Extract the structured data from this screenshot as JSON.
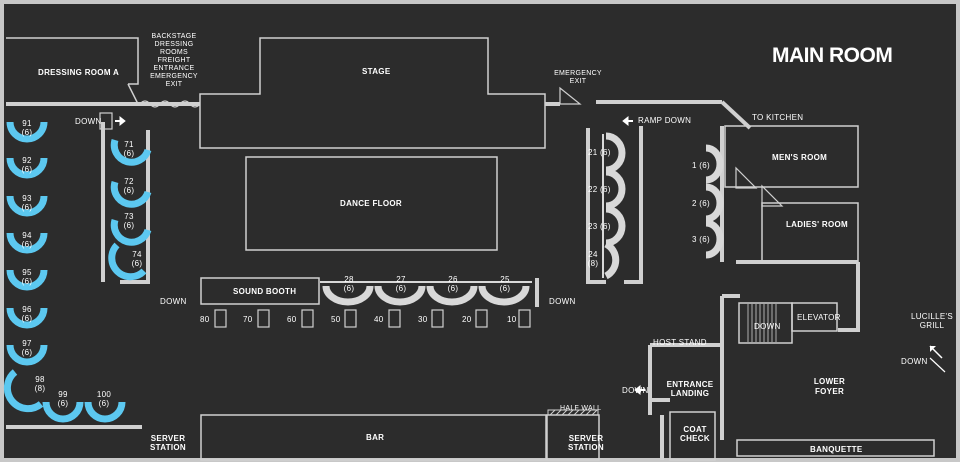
{
  "title": "MAIN ROOM",
  "rooms": {
    "dressing_room": "DRESSING ROOM A",
    "stage": "STAGE",
    "dance_floor": "DANCE FLOOR",
    "sound_booth": "SOUND BOOTH",
    "mens_room": "MEN'S ROOM",
    "ladies_room": "LADIES' ROOM",
    "elevator": "ELEVATOR",
    "lower_foyer": "LOWER FOYER",
    "entrance_landing": "ENTRANCE LANDING",
    "coat_check": "COAT CHECK",
    "banquette": "BANQUETTE",
    "bar": "BAR",
    "server_station": "SERVER STATION"
  },
  "labels": {
    "backstage": "BACKSTAGE DRESSING ROOMS FREIGHT ENTRANCE EMERGENCY EXIT",
    "emergency_exit": "EMERGENCY EXIT",
    "ramp_down": "RAMP DOWN",
    "to_kitchen": "TO KITCHEN",
    "down": "DOWN",
    "host_stand": "HOST STAND",
    "half_wall": "HALF WALL",
    "lucilles_grill": "LUCILLE'S GRILL"
  },
  "booths_blue": [
    {
      "num": "91",
      "seats": "(6)"
    },
    {
      "num": "92",
      "seats": "(6)"
    },
    {
      "num": "93",
      "seats": "(6)"
    },
    {
      "num": "94",
      "seats": "(6)"
    },
    {
      "num": "95",
      "seats": "(6)"
    },
    {
      "num": "96",
      "seats": "(6)"
    },
    {
      "num": "97",
      "seats": "(6)"
    },
    {
      "num": "98",
      "seats": "(8)"
    },
    {
      "num": "99",
      "seats": "(6)"
    },
    {
      "num": "100",
      "seats": "(6)"
    },
    {
      "num": "71",
      "seats": "(6)"
    },
    {
      "num": "72",
      "seats": "(6)"
    },
    {
      "num": "73",
      "seats": "(6)"
    },
    {
      "num": "74",
      "seats": "(6)"
    }
  ],
  "booths_front": [
    {
      "num": "28",
      "seats": "(6)"
    },
    {
      "num": "27",
      "seats": "(6)"
    },
    {
      "num": "26",
      "seats": "(6)"
    },
    {
      "num": "25",
      "seats": "(6)"
    }
  ],
  "booths_right": [
    {
      "num": "21",
      "seats": "(6)"
    },
    {
      "num": "22",
      "seats": "(6)"
    },
    {
      "num": "23",
      "seats": "(6)"
    },
    {
      "num": "24",
      "seats": "(8)"
    }
  ],
  "booths_side": [
    {
      "num": "1",
      "seats": "(6)"
    },
    {
      "num": "2",
      "seats": "(6)"
    },
    {
      "num": "3",
      "seats": "(6)"
    }
  ],
  "tables": [
    "80",
    "70",
    "60",
    "50",
    "40",
    "30",
    "20",
    "10"
  ],
  "colors": {
    "background": "#2c2c2c",
    "wall": "#c8c8c8",
    "booth_blue": "#5cc8f0",
    "booth_grey": "#d8d8d8",
    "text": "#ffffff"
  }
}
